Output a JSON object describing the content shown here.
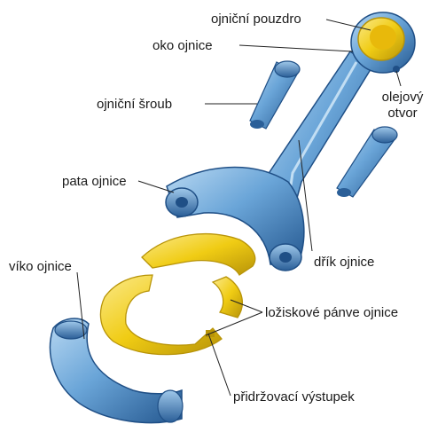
{
  "labels": {
    "bushing": "ojniční pouzdro",
    "eye": "oko ojnice",
    "bolt": "ojniční šroub",
    "oil_hole_line1": "olejový",
    "oil_hole_line2": "otvor",
    "foot": "pata ojnice",
    "shank": "dřík ojnice",
    "cap": "víko ojnice",
    "bearing_shells": "ložiskové pánve ojnice",
    "locating_lug": "přidržovací výstupek"
  },
  "colors": {
    "steel_light": "#a9cdeb",
    "steel_mid": "#5f9bd0",
    "steel_dark": "#1f4f86",
    "bronze": "#f3d21a",
    "bronze_dark": "#b89408",
    "leader": "#222222"
  }
}
